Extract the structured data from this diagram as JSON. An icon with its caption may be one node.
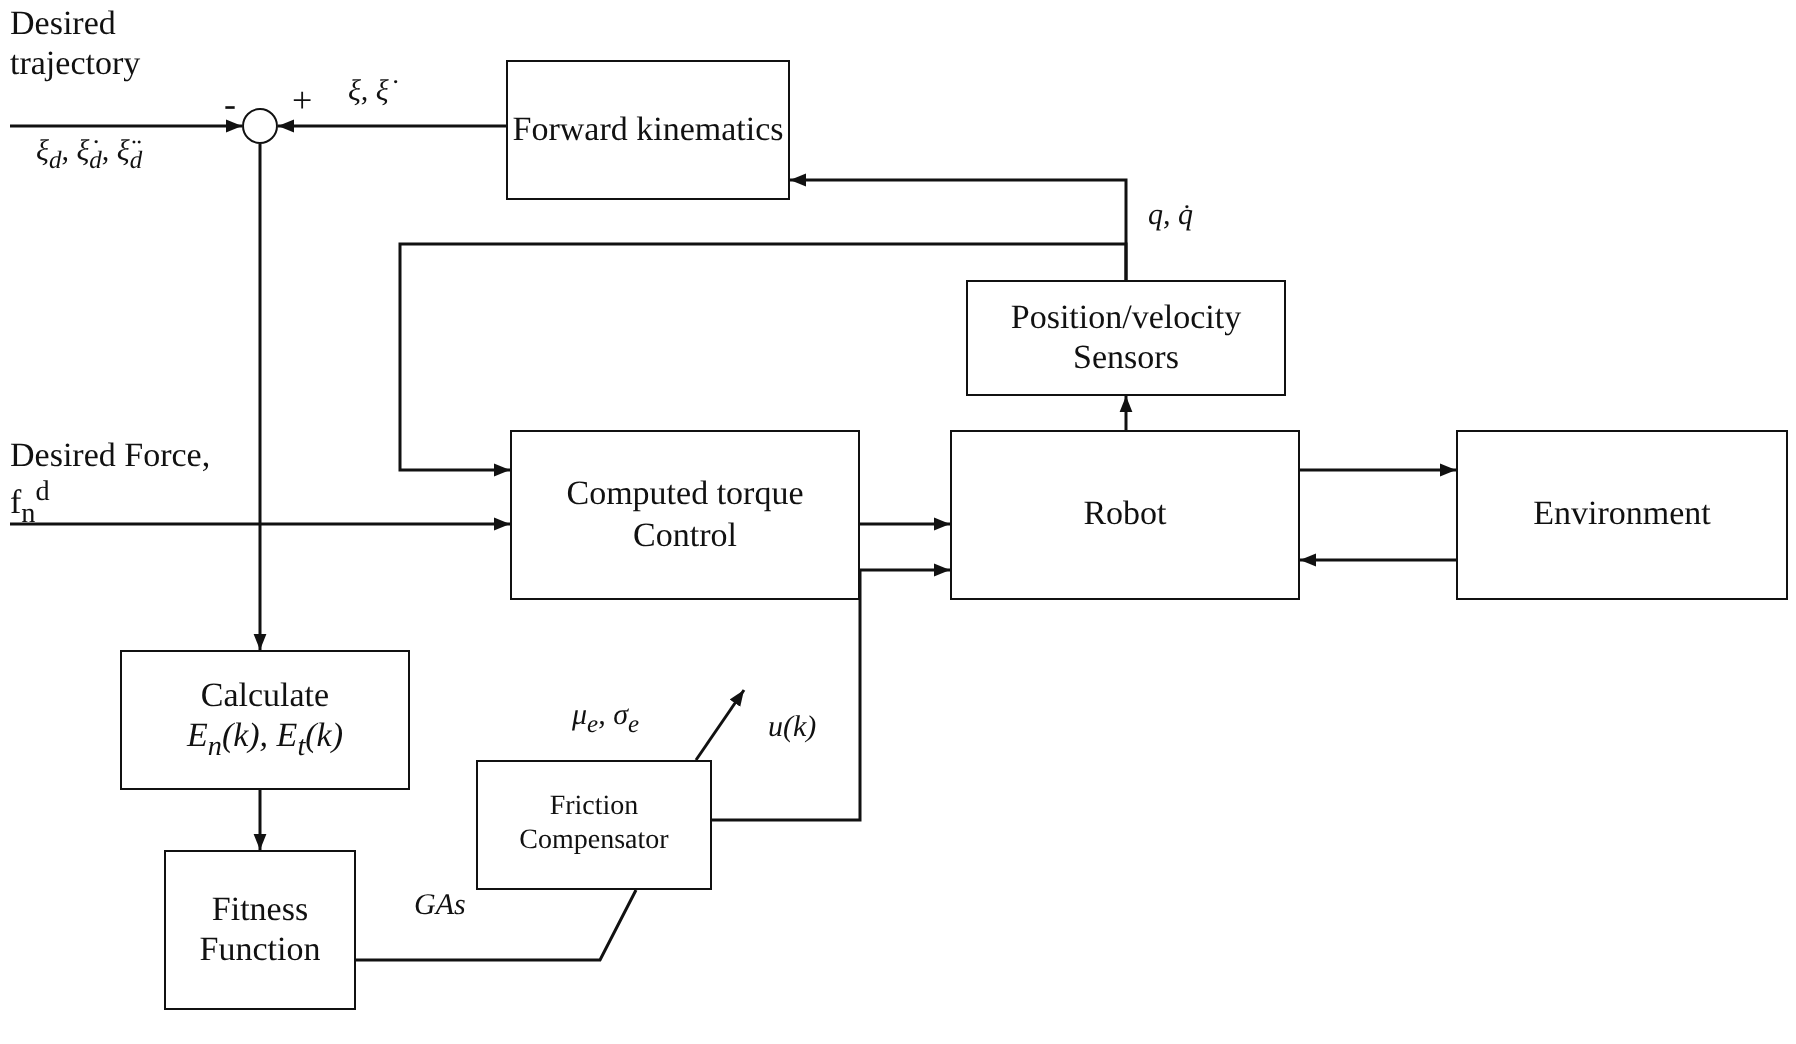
{
  "diagram": {
    "nodes": [
      {
        "text": [
          "Desired trajectory"
        ]
      },
      {
        "text": [],
        "shape": "circle"
      },
      {
        "text": [
          "Forward kinematics"
        ]
      },
      {
        "text": [
          "Position/velocity Sensors"
        ]
      },
      {
        "text": [
          "Computed torque Control"
        ]
      },
      {
        "text": [
          "Robot"
        ]
      },
      {
        "text": [
          "Environment"
        ]
      },
      {
        "text": [
          "Desired Force, f$_{n}$$^{d}$"
        ]
      },
      {
        "text": [
          "Calculate",
          "E$_{n}$(k), E$_{t}$(k)"
        ]
      },
      {
        "text": [
          "Fitness Function"
        ]
      },
      {
        "text": [
          "Friction Compensator"
        ]
      }
    ],
    "edges": [
      {
        "from": 0,
        "to": 1,
        "arrow": "to",
        "label": "ξ$_{d}$, ξ̇$_{d}$, ξ̈$_{d}$"
      },
      {
        "from": 2,
        "to": 1,
        "arrow": "to",
        "label": "ξ, ξ̇"
      },
      {
        "from": 3,
        "to": 2,
        "arrow": "to",
        "label": "q, q̇"
      },
      {
        "from": 3,
        "to": 4,
        "arrow": "to"
      },
      {
        "from": 5,
        "to": 3,
        "arrow": "to"
      },
      {
        "from": 4,
        "to": 5,
        "arrow": "to"
      },
      {
        "from": 5,
        "to": 6,
        "arrow": "to"
      },
      {
        "from": 6,
        "to": 5,
        "arrow": "to"
      },
      {
        "from": 7,
        "to": 4,
        "arrow": "to"
      },
      {
        "from": 1,
        "to": 8,
        "arrow": "to"
      },
      {
        "from": 8,
        "to": 9,
        "arrow": "to"
      },
      {
        "from": 9,
        "to": 10,
        "arrow": "none",
        "label": "GAs"
      },
      {
        "from": 10,
        "to": 5,
        "arrow": "to",
        "label": "u(k)"
      },
      {
        "from": 10,
        "to": null,
        "arrow": "to",
        "label": "μ$_{e}$, σ$_{e}$"
      }
    ],
    "labels": [
      "-",
      "+"
    ]
  }
}
